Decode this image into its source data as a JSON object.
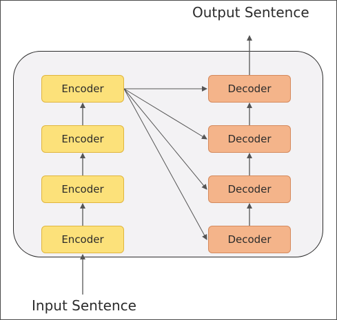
{
  "title": "Output Sentence",
  "input_label": "Input Sentence",
  "encoders": [
    "Encoder",
    "Encoder",
    "Encoder",
    "Encoder"
  ],
  "decoders": [
    "Decoder",
    "Decoder",
    "Decoder",
    "Decoder"
  ],
  "colors": {
    "encoder_fill": "#fce17a",
    "decoder_fill": "#f4b48a",
    "panel_fill": "#f3f2f4",
    "arrow": "#555555"
  }
}
